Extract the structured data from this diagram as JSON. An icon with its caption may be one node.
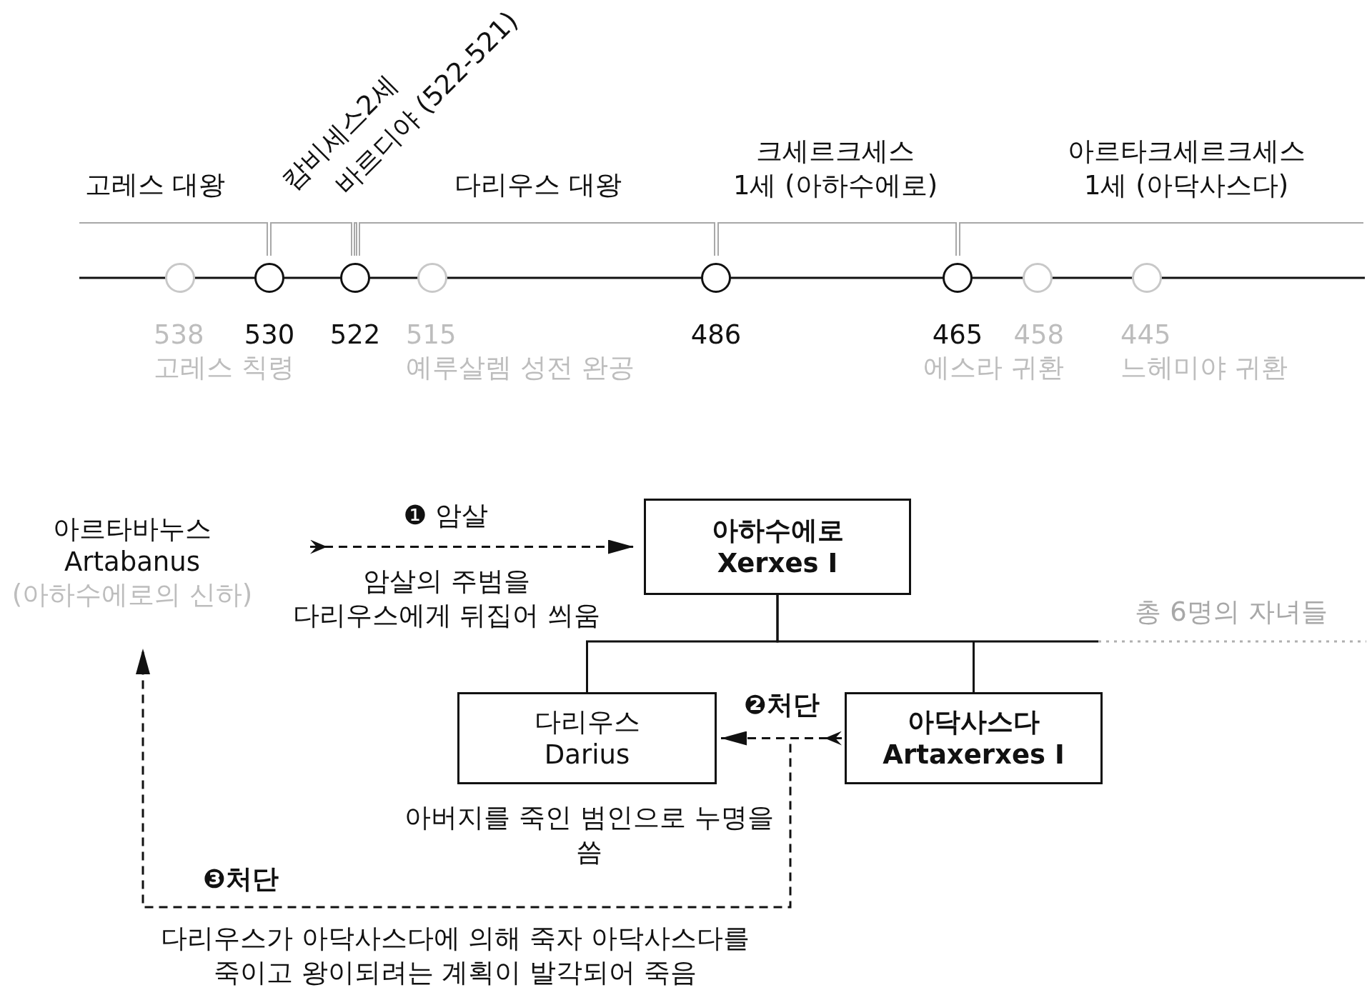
{
  "diagram": {
    "nodes": [
      {
        "text": [],
        "shape": "circle",
        "beside": [
          "538",
          "고레스 칙령"
        ]
      },
      {
        "text": [],
        "shape": "circle",
        "beside": [
          "530"
        ]
      },
      {
        "text": [],
        "shape": "circle",
        "beside": [
          "522"
        ]
      },
      {
        "text": [],
        "shape": "circle",
        "beside": [
          "515",
          "예루살렘 성전 완공"
        ]
      },
      {
        "text": [],
        "shape": "circle",
        "beside": [
          "486"
        ]
      },
      {
        "text": [],
        "shape": "circle",
        "beside": [
          "465"
        ]
      },
      {
        "text": [],
        "shape": "circle",
        "beside": [
          "458",
          "에스라 귀환"
        ]
      },
      {
        "text": [],
        "shape": "circle",
        "beside": [
          "445",
          "느헤미야 귀환"
        ]
      },
      {
        "text": [
          "아르타바누스",
          "Artabanus",
          "(아하수에로의 신하)"
        ]
      },
      {
        "text": [
          "아하수에로",
          "Xerxes I"
        ]
      },
      {
        "text": [
          "다리우스",
          "Darius"
        ],
        "beside": [
          "아버지를 죽인 범인으로 누명을 씀"
        ]
      },
      {
        "text": [
          "아닥사스다",
          "Artaxerxes I"
        ]
      }
    ],
    "edges": [
      {
        "from": 8,
        "to": 9,
        "arrow": "to",
        "label": "❶ 암살",
        "style": "dashed"
      },
      {
        "from": 11,
        "to": 10,
        "arrow": "to",
        "label": "❷처단",
        "style": "dashed"
      },
      {
        "from": 11,
        "to": 8,
        "arrow": "to",
        "label": "❸처단",
        "style": "dashed"
      },
      {
        "from": 9,
        "to": 10,
        "arrow": "none"
      },
      {
        "from": 9,
        "to": 11,
        "arrow": "none"
      }
    ],
    "labels": [
      "고레스 대왕",
      "캄비세스2세",
      "바르디야 (522-521)",
      "다리우스 대왕",
      "크세르크세스 1세 (아하수에로)",
      "아르타크세르크세스 1세 (아닥사스다)",
      "암살의 주범을 다리우스에게 뒤집어 씌움",
      "총 6명의 자녀들",
      "다리우스가 아닥사스다에 의해 죽자 아닥사스다를 죽이고 왕이되려는 계획이 발각되어 죽음"
    ]
  }
}
